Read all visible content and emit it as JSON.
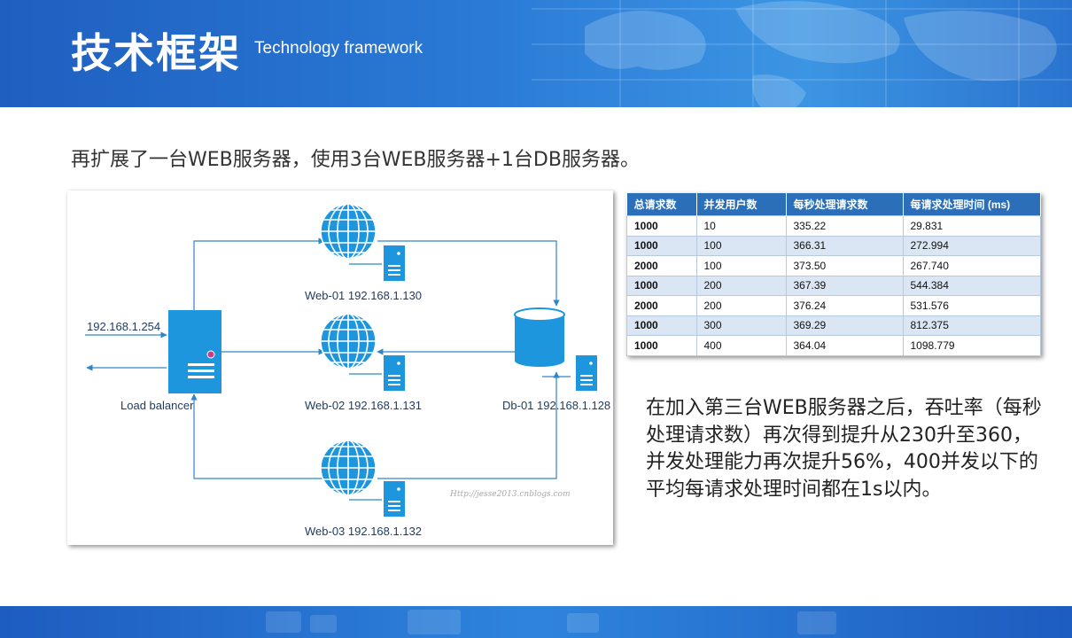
{
  "header": {
    "title_cn": "技术框架",
    "title_en": "Technology framework"
  },
  "subtitle": "再扩展了一台WEB服务器，使用3台WEB服务器+1台DB服务器。",
  "diagram": {
    "input_ip": "192.168.1.254",
    "load_balancer": "Load balancer",
    "web01": "Web-01 192.168.1.130",
    "web02": "Web-02 192.168.1.131",
    "web03": "Web-03 192.168.1.132",
    "db01": "Db-01 192.168.1.128",
    "watermark": "Http://jesse2013.cnblogs.com"
  },
  "table": {
    "headers": [
      "总请求数",
      "并发用户数",
      "每秒处理请求数",
      "每请求处理时间 (ms)"
    ],
    "rows": [
      [
        "1000",
        "10",
        "335.22",
        "29.831"
      ],
      [
        "1000",
        "100",
        "366.31",
        "272.994"
      ],
      [
        "2000",
        "100",
        "373.50",
        "267.740"
      ],
      [
        "1000",
        "200",
        "367.39",
        "544.384"
      ],
      [
        "2000",
        "200",
        "376.24",
        "531.576"
      ],
      [
        "1000",
        "300",
        "369.29",
        "812.375"
      ],
      [
        "1000",
        "400",
        "364.04",
        "1098.779"
      ]
    ]
  },
  "paragraph": "在加入第三台WEB服务器之后，吞吐率（每秒处理请求数）再次得到提升从230升至360，并发处理能力再次提升56%，400并发以下的平均每请求处理时间都在1s以内。",
  "colors": {
    "header_blue": "#2a6fd0",
    "icon_blue": "#1e96de",
    "line_blue": "#2f86c8",
    "table_header": "#2a6fb8"
  }
}
